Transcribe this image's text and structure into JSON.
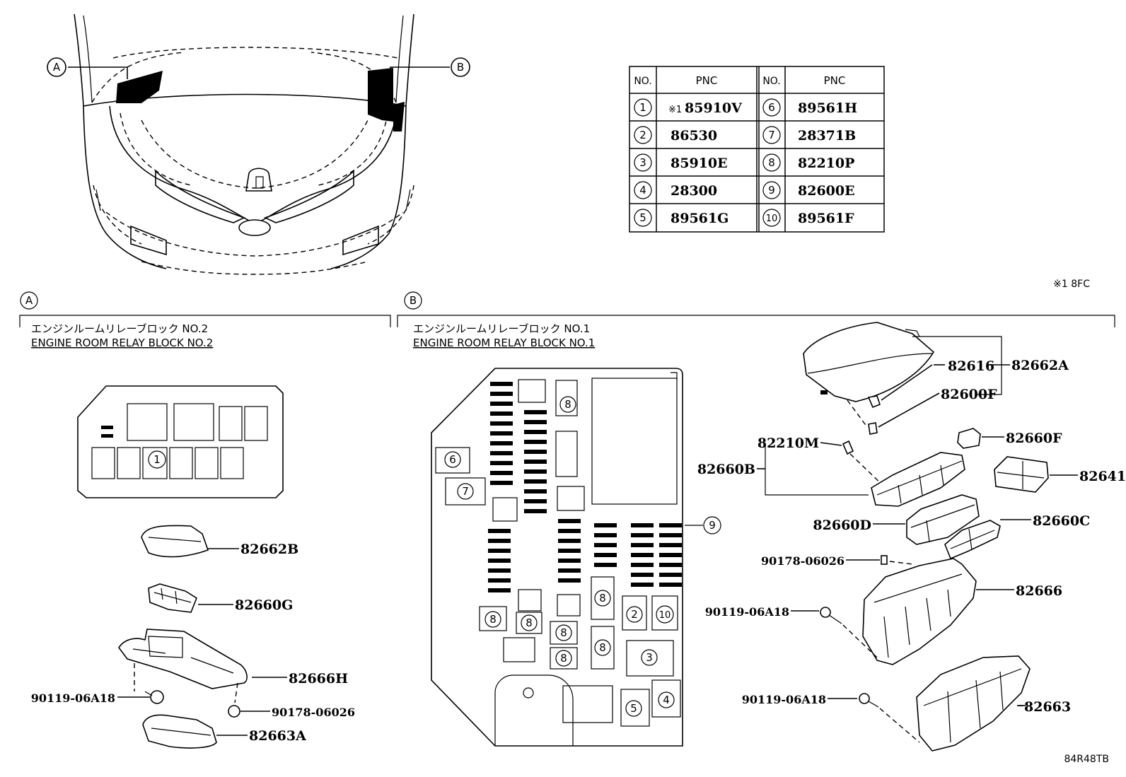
{
  "callouts": {
    "a": "A",
    "b": "B"
  },
  "table": {
    "headers": [
      "NO.",
      "PNC",
      "NO.",
      "PNC"
    ],
    "rows": [
      {
        "no1": "1",
        "note1": "※1",
        "pnc1": "85910V",
        "no2": "6",
        "pnc2": "89561H"
      },
      {
        "no1": "2",
        "pnc1": "86530",
        "no2": "7",
        "pnc2": "28371B"
      },
      {
        "no1": "3",
        "pnc1": "85910E",
        "no2": "8",
        "pnc2": "82210P"
      },
      {
        "no1": "4",
        "pnc1": "28300",
        "no2": "9",
        "pnc2": "82600E"
      },
      {
        "no1": "5",
        "pnc1": "89561G",
        "no2": "10",
        "pnc2": "89561F"
      }
    ],
    "footnote": "※1 8FC"
  },
  "section_a": {
    "label": "A",
    "title_jp": "エンジンルームリレーブロック NO.2",
    "title_en": "ENGINE ROOM RELAY BLOCK NO.2",
    "block_marker": "1",
    "parts": [
      "82662B",
      "82660G",
      "82666H",
      "90119-06A18",
      "90178-06026",
      "82663A"
    ]
  },
  "section_b": {
    "label": "B",
    "title_jp": "エンジンルームリレーブロック NO.1",
    "title_en": "ENGINE ROOM RELAY BLOCK NO.1",
    "markers": [
      "6",
      "7",
      "8",
      "9",
      "2",
      "10",
      "3",
      "4",
      "5"
    ],
    "parts": [
      "82616",
      "82662A",
      "82600F",
      "82660F",
      "82210M",
      "82660B",
      "82641",
      "82660D",
      "82660C",
      "90178-06026",
      "82666",
      "90119-06A18",
      "90119-06A18",
      "82663"
    ]
  },
  "diagram_code": "84R48TB"
}
